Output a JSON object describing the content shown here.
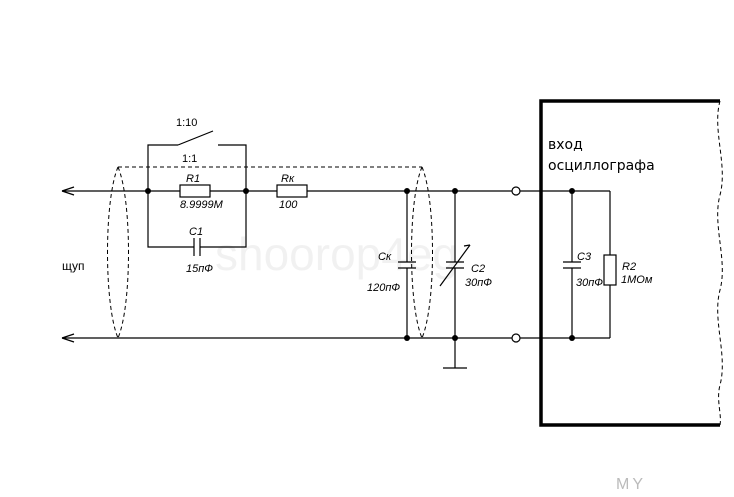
{
  "labels": {
    "ratio_10": "1:10",
    "ratio_1": "1:1",
    "probe": "щуп",
    "r1_name": "R1",
    "r1_value": "8.9999M",
    "c1_name": "C1",
    "c1_value": "15пФ",
    "rk_name": "Rк",
    "rk_value": "100",
    "ck_name": "Cк",
    "ck_value": "120пФ",
    "c2_name": "C2",
    "c2_value": "30пФ",
    "c3_name": "C3",
    "c3_value": "30пФ",
    "r2_name": "R2",
    "r2_value": "1MОм",
    "osc_line1": "вход",
    "osc_line2": "осциллографа"
  },
  "watermark": {
    "text": "shoorop4eg",
    "corner": "MY"
  }
}
